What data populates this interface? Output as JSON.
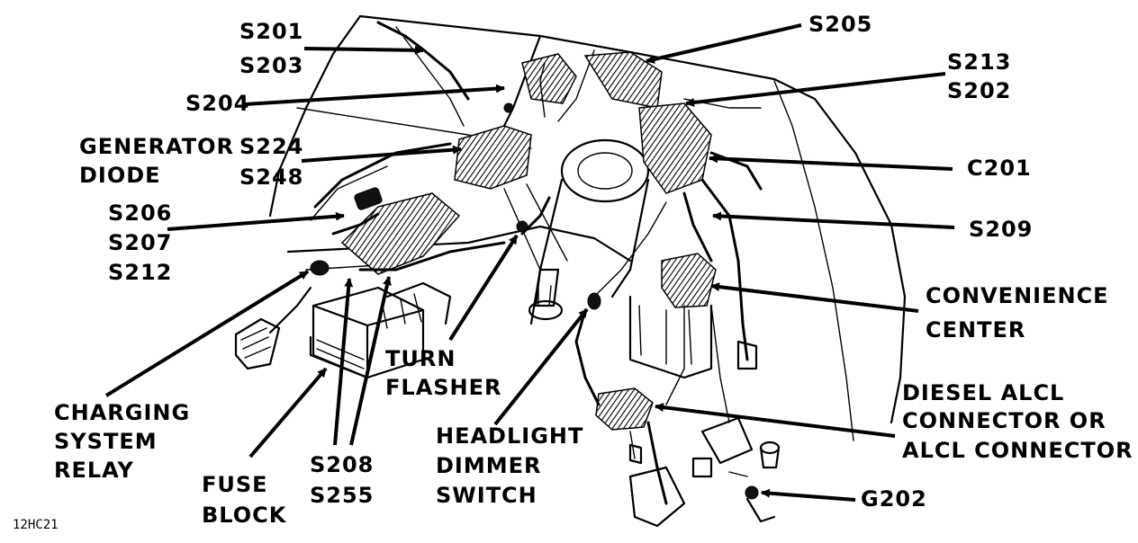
{
  "figure_code": "12HC21",
  "labels": {
    "s201": "S201",
    "s203": "S203",
    "s204": "S204",
    "s205": "S205",
    "s213": "S213",
    "s202": "S202",
    "generator_diode_line1": "GENERATOR",
    "generator_diode_line2": "DIODE",
    "s224": "S224",
    "s248": "S248",
    "c201": "C201",
    "s206": "S206",
    "s207": "S207",
    "s212": "S212",
    "s209": "S209",
    "convenience_center_line1": "CONVENIENCE",
    "convenience_center_line2": "CENTER",
    "turn_flasher_line1": "TURN",
    "turn_flasher_line2": "FLASHER",
    "diesel_alcl_line1": "DIESEL ALCL",
    "diesel_alcl_line2": "CONNECTOR OR",
    "diesel_alcl_line3": "ALCL CONNECTOR",
    "charging_relay_line1": "CHARGING",
    "charging_relay_line2": "SYSTEM",
    "charging_relay_line3": "RELAY",
    "headlight_switch_line1": "HEADLIGHT",
    "headlight_switch_line2": "DIMMER",
    "headlight_switch_line3": "SWITCH",
    "fuse_block_line1": "FUSE",
    "fuse_block_line2": "BLOCK",
    "s208": "S208",
    "s255": "S255",
    "g202": "G202"
  }
}
